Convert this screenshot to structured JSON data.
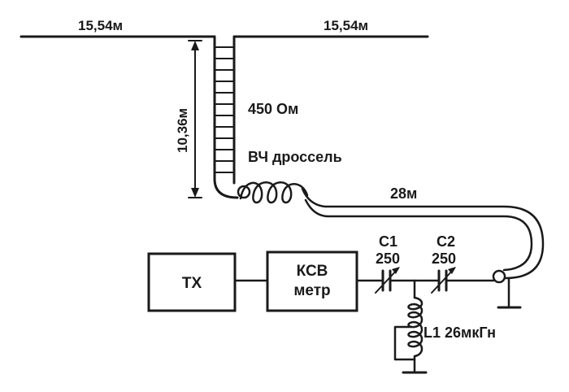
{
  "antenna": {
    "left_arm_length": "15,54м",
    "right_arm_length": "15,54м",
    "ladder_line_height": "10,36м",
    "ladder_line_impedance": "450 Ом"
  },
  "choke": {
    "label": "ВЧ дроссель"
  },
  "coax": {
    "length": "28м"
  },
  "blocks": {
    "transmitter": "TX",
    "swr_meter_line1": "КСВ",
    "swr_meter_line2": "метр"
  },
  "tuner": {
    "c1_name": "C1",
    "c1_value": "250",
    "c2_name": "C2",
    "c2_value": "250",
    "l1_label": "L1 26мкГн"
  },
  "colors": {
    "ink": "#1a1a1a",
    "paper": "#ffffff"
  }
}
